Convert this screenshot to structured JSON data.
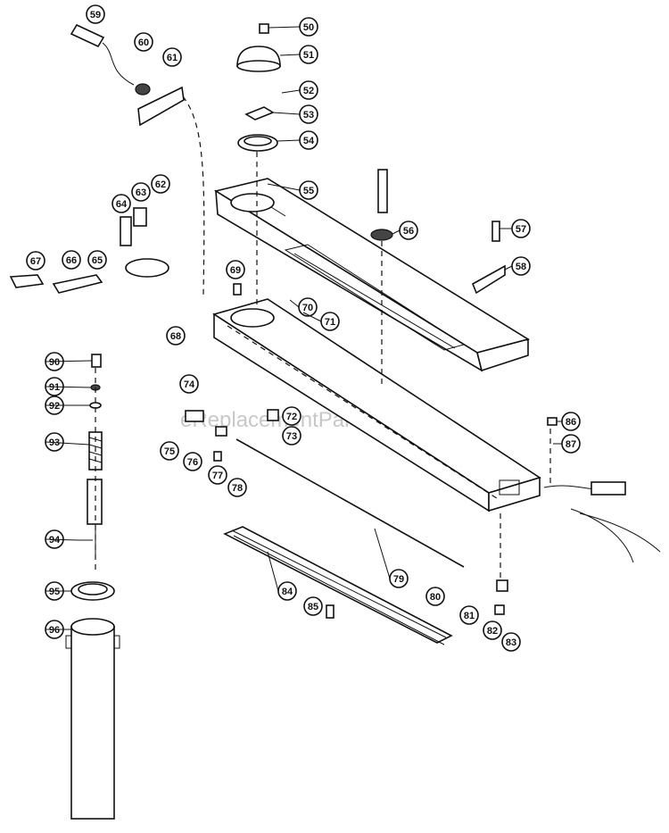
{
  "watermark": "eReplacementParts.com",
  "callouts": [
    "50",
    "51",
    "52",
    "53",
    "54",
    "55",
    "56",
    "57",
    "58",
    "59",
    "60",
    "61",
    "62",
    "63",
    "64",
    "65",
    "66",
    "67",
    "68",
    "69",
    "70",
    "71",
    "72",
    "73",
    "74",
    "75",
    "76",
    "77",
    "78",
    "79",
    "80",
    "81",
    "82",
    "83",
    "84",
    "85",
    "86",
    "87",
    "90",
    "91",
    "92",
    "93",
    "94",
    "95",
    "96"
  ]
}
